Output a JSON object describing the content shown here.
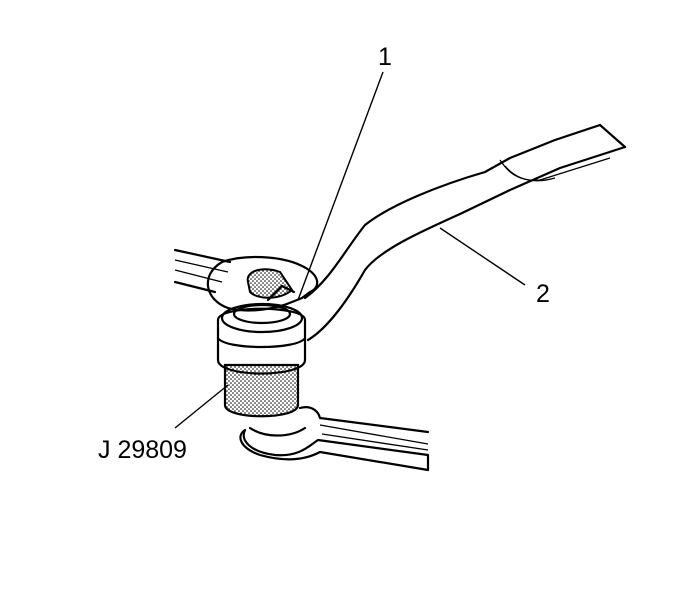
{
  "callouts": {
    "item_1": "1",
    "item_2": "2",
    "tool": "J 29809"
  },
  "colors": {
    "line": "#000000",
    "background": "#ffffff"
  }
}
